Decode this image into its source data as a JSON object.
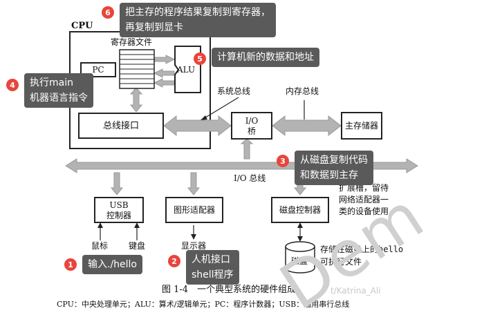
{
  "diagram": {
    "cpu_label": "CPU",
    "register_file": "寄存器文件",
    "pc": "PC",
    "alu": "ALU",
    "bus_interface": "总线接口",
    "system_bus": "系统总线",
    "memory_bus": "内存总线",
    "io_bridge_line1": "I/O",
    "io_bridge_line2": "桥",
    "main_memory": "主存储器",
    "io_bus": "I/O 总线",
    "expansion_slot": [
      "扩展槽，留待",
      "网络适配器一",
      "类的设备使用"
    ],
    "usb_controller": [
      "USB",
      "控制器"
    ],
    "graphics_adapter": "图形适配器",
    "disk_controller": "磁盘控制器",
    "mouse": "鼠标",
    "keyboard": "键盘",
    "display": "显示器",
    "disk": "磁盘",
    "disk_note_prefix": "存储在磁盘上的",
    "disk_note_mono": "hello",
    "disk_note_line2": "可执行文件",
    "caption_title": "图 1-4　一个典型系统的硬件组成",
    "caption_desc": "CPU：中央处理单元；ALU：算术/逻辑单元；PC：程序计数器；USB：通用串行总线"
  },
  "callouts": [
    {
      "num": "1",
      "lines": [
        "输入./hello"
      ]
    },
    {
      "num": "2",
      "lines": [
        "人机接口",
        "shell程序"
      ]
    },
    {
      "num": "3",
      "lines": [
        "从磁盘复制代码",
        "和数据到主存"
      ]
    },
    {
      "num": "4",
      "lines": [
        "执行main",
        "机器语言指令"
      ]
    },
    {
      "num": "5",
      "lines": [
        "计算机新的数据和地址"
      ]
    },
    {
      "num": "6",
      "lines": [
        "把主存的程序结果复制到寄存器，",
        "再复制到显卡"
      ]
    }
  ],
  "watermark": "Dem",
  "watermark_faint": "t/Katrina_Ali",
  "colors": {
    "bus_fill": "#b3b3b3",
    "callout_bg": "#5a5a5a",
    "badge": "#e8453c"
  }
}
